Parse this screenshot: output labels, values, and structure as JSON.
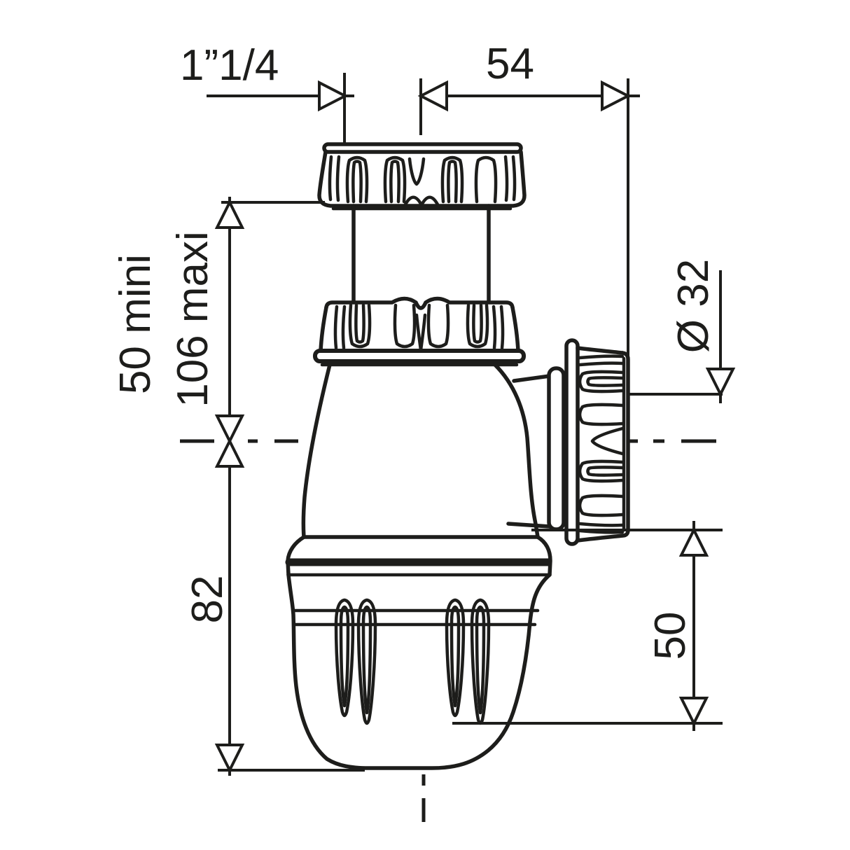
{
  "drawing": {
    "type": "technical-dimension-drawing",
    "subject": "bottle-trap-siphon-side-view",
    "labels": {
      "inlet_thread": "1”1/4",
      "horizontal_offset": "54",
      "adjust_min": "50 mini",
      "adjust_max": "106 maxi",
      "body_height": "82",
      "outlet_height": "50",
      "outlet_diameter": "Ø 32"
    },
    "colors": {
      "line": "#1d1d1b",
      "background": "#ffffff"
    }
  }
}
